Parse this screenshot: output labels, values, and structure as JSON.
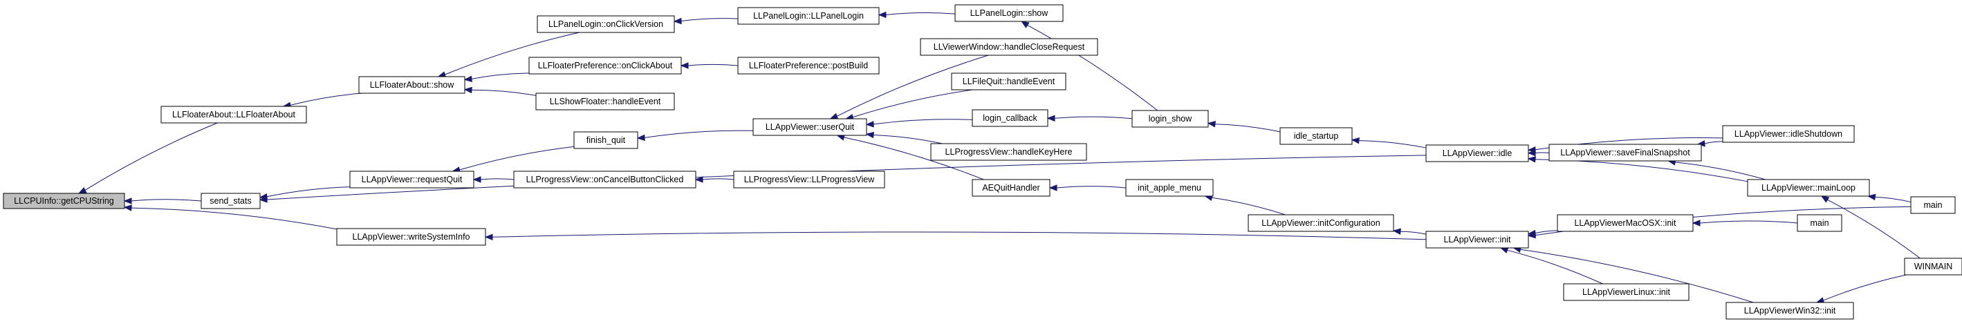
{
  "graph": {
    "nodes": [
      {
        "id": "n_cpu",
        "label": "LLCPUInfo::getCPUString",
        "root": true
      },
      {
        "id": "n_fabout_ctor",
        "label": "LLFloaterAbout::LLFloaterAbout"
      },
      {
        "id": "n_send_stats",
        "label": "send_stats"
      },
      {
        "id": "n_writesys",
        "label": "LLAppViewer::writeSystemInfo"
      },
      {
        "id": "n_fabout_show",
        "label": "LLFloaterAbout::show"
      },
      {
        "id": "n_reqquit",
        "label": "LLAppViewer::requestQuit"
      },
      {
        "id": "n_plogin_onclick",
        "label": "LLPanelLogin::onClickVersion"
      },
      {
        "id": "n_fpref_onclick",
        "label": "LLFloaterPreference::onClickAbout"
      },
      {
        "id": "n_showfloater",
        "label": "LLShowFloater::handleEvent"
      },
      {
        "id": "n_finish_quit",
        "label": "finish_quit"
      },
      {
        "id": "n_prog_cancel",
        "label": "LLProgressView::onCancelButtonClicked"
      },
      {
        "id": "n_plogin_ctor",
        "label": "LLPanelLogin::LLPanelLogin"
      },
      {
        "id": "n_fpref_post",
        "label": "LLFloaterPreference::postBuild"
      },
      {
        "id": "n_userquit",
        "label": "LLAppViewer::userQuit"
      },
      {
        "id": "n_prog_ctor",
        "label": "LLProgressView::LLProgressView"
      },
      {
        "id": "n_plogin_show",
        "label": "LLPanelLogin::show"
      },
      {
        "id": "n_vw_close",
        "label": "LLViewerWindow::handleCloseRequest"
      },
      {
        "id": "n_filequit",
        "label": "LLFileQuit::handleEvent"
      },
      {
        "id": "n_login_cb",
        "label": "login_callback"
      },
      {
        "id": "n_prog_key",
        "label": "LLProgressView::handleKeyHere"
      },
      {
        "id": "n_aequit",
        "label": "AEQuitHandler"
      },
      {
        "id": "n_login_show",
        "label": "login_show"
      },
      {
        "id": "n_init_apple",
        "label": "init_apple_menu"
      },
      {
        "id": "n_idle_startup",
        "label": "idle_startup"
      },
      {
        "id": "n_initconfig",
        "label": "LLAppViewer::initConfiguration"
      },
      {
        "id": "n_idle",
        "label": "LLAppViewer::idle"
      },
      {
        "id": "n_init",
        "label": "LLAppViewer::init"
      },
      {
        "id": "n_savefinal",
        "label": "LLAppViewer::saveFinalSnapshot"
      },
      {
        "id": "n_idleshutdown",
        "label": "LLAppViewer::idleShutdown"
      },
      {
        "id": "n_mainloop",
        "label": "LLAppViewer::mainLoop"
      },
      {
        "id": "n_macinit",
        "label": "LLAppViewerMacOSX::init"
      },
      {
        "id": "n_linuxinit",
        "label": "LLAppViewerLinux::init"
      },
      {
        "id": "n_win32init",
        "label": "LLAppViewerWin32::init"
      },
      {
        "id": "n_main1",
        "label": "main"
      },
      {
        "id": "n_main2",
        "label": "main"
      },
      {
        "id": "n_winmain",
        "label": "WINMAIN"
      }
    ],
    "edges": [
      {
        "from": "n_fabout_ctor",
        "to": "n_cpu"
      },
      {
        "from": "n_send_stats",
        "to": "n_cpu"
      },
      {
        "from": "n_writesys",
        "to": "n_cpu"
      },
      {
        "from": "n_fabout_show",
        "to": "n_fabout_ctor"
      },
      {
        "from": "n_reqquit",
        "to": "n_send_stats"
      },
      {
        "from": "n_idle",
        "to": "n_send_stats"
      },
      {
        "from": "n_init",
        "to": "n_writesys"
      },
      {
        "from": "n_plogin_onclick",
        "to": "n_fabout_show"
      },
      {
        "from": "n_fpref_onclick",
        "to": "n_fabout_show"
      },
      {
        "from": "n_showfloater",
        "to": "n_fabout_show"
      },
      {
        "from": "n_finish_quit",
        "to": "n_reqquit"
      },
      {
        "from": "n_prog_cancel",
        "to": "n_reqquit"
      },
      {
        "from": "n_plogin_ctor",
        "to": "n_plogin_onclick"
      },
      {
        "from": "n_fpref_post",
        "to": "n_fpref_onclick"
      },
      {
        "from": "n_userquit",
        "to": "n_finish_quit"
      },
      {
        "from": "n_prog_ctor",
        "to": "n_prog_cancel"
      },
      {
        "from": "n_plogin_show",
        "to": "n_plogin_ctor"
      },
      {
        "from": "n_vw_close",
        "to": "n_userquit"
      },
      {
        "from": "n_filequit",
        "to": "n_userquit"
      },
      {
        "from": "n_login_cb",
        "to": "n_userquit"
      },
      {
        "from": "n_prog_key",
        "to": "n_userquit"
      },
      {
        "from": "n_aequit",
        "to": "n_userquit"
      },
      {
        "from": "n_login_show",
        "to": "n_plogin_show"
      },
      {
        "from": "n_login_show",
        "to": "n_login_cb"
      },
      {
        "from": "n_init_apple",
        "to": "n_aequit"
      },
      {
        "from": "n_idle_startup",
        "to": "n_login_show"
      },
      {
        "from": "n_initconfig",
        "to": "n_init_apple"
      },
      {
        "from": "n_idle",
        "to": "n_idle_startup"
      },
      {
        "from": "n_init",
        "to": "n_initconfig"
      },
      {
        "from": "n_savefinal",
        "to": "n_idle"
      },
      {
        "from": "n_idleshutdown",
        "to": "n_idle"
      },
      {
        "from": "n_mainloop",
        "to": "n_idle"
      },
      {
        "from": "n_idleshutdown",
        "to": "n_savefinal"
      },
      {
        "from": "n_mainloop",
        "to": "n_savefinal"
      },
      {
        "from": "n_main1",
        "to": "n_mainloop"
      },
      {
        "from": "n_winmain",
        "to": "n_mainloop"
      },
      {
        "from": "n_main1",
        "to": "n_init"
      },
      {
        "from": "n_macinit",
        "to": "n_init"
      },
      {
        "from": "n_linuxinit",
        "to": "n_init"
      },
      {
        "from": "n_win32init",
        "to": "n_init"
      },
      {
        "from": "n_main2",
        "to": "n_macinit"
      },
      {
        "from": "n_winmain",
        "to": "n_win32init"
      }
    ]
  },
  "colors": {
    "edge": "#191970",
    "node_border": "#000000",
    "root_fill": "#bfbfbf"
  }
}
